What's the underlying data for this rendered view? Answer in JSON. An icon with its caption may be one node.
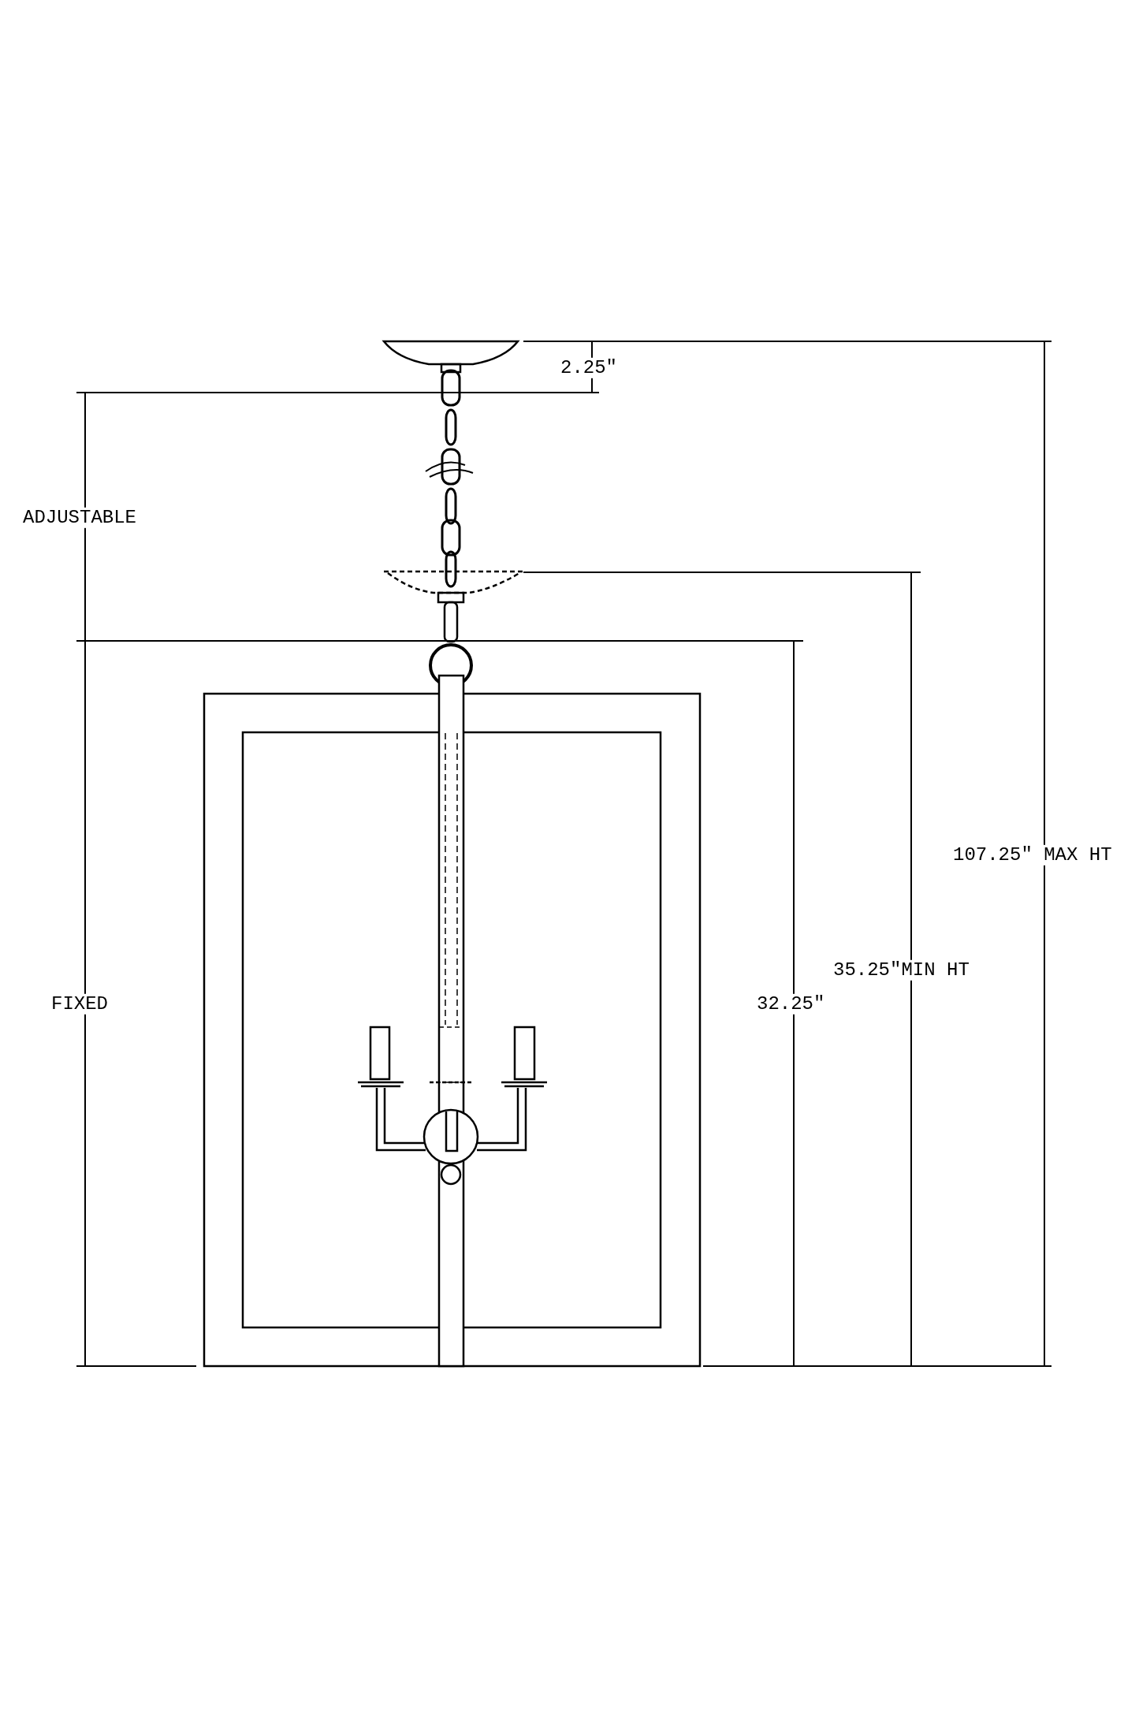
{
  "diagram": {
    "labels": [
      "2.25\"",
      "ADJUSTABLE",
      "107.25\" MAX HT",
      "35.25\"MIN HT",
      "FIXED",
      "32.25\""
    ]
  }
}
